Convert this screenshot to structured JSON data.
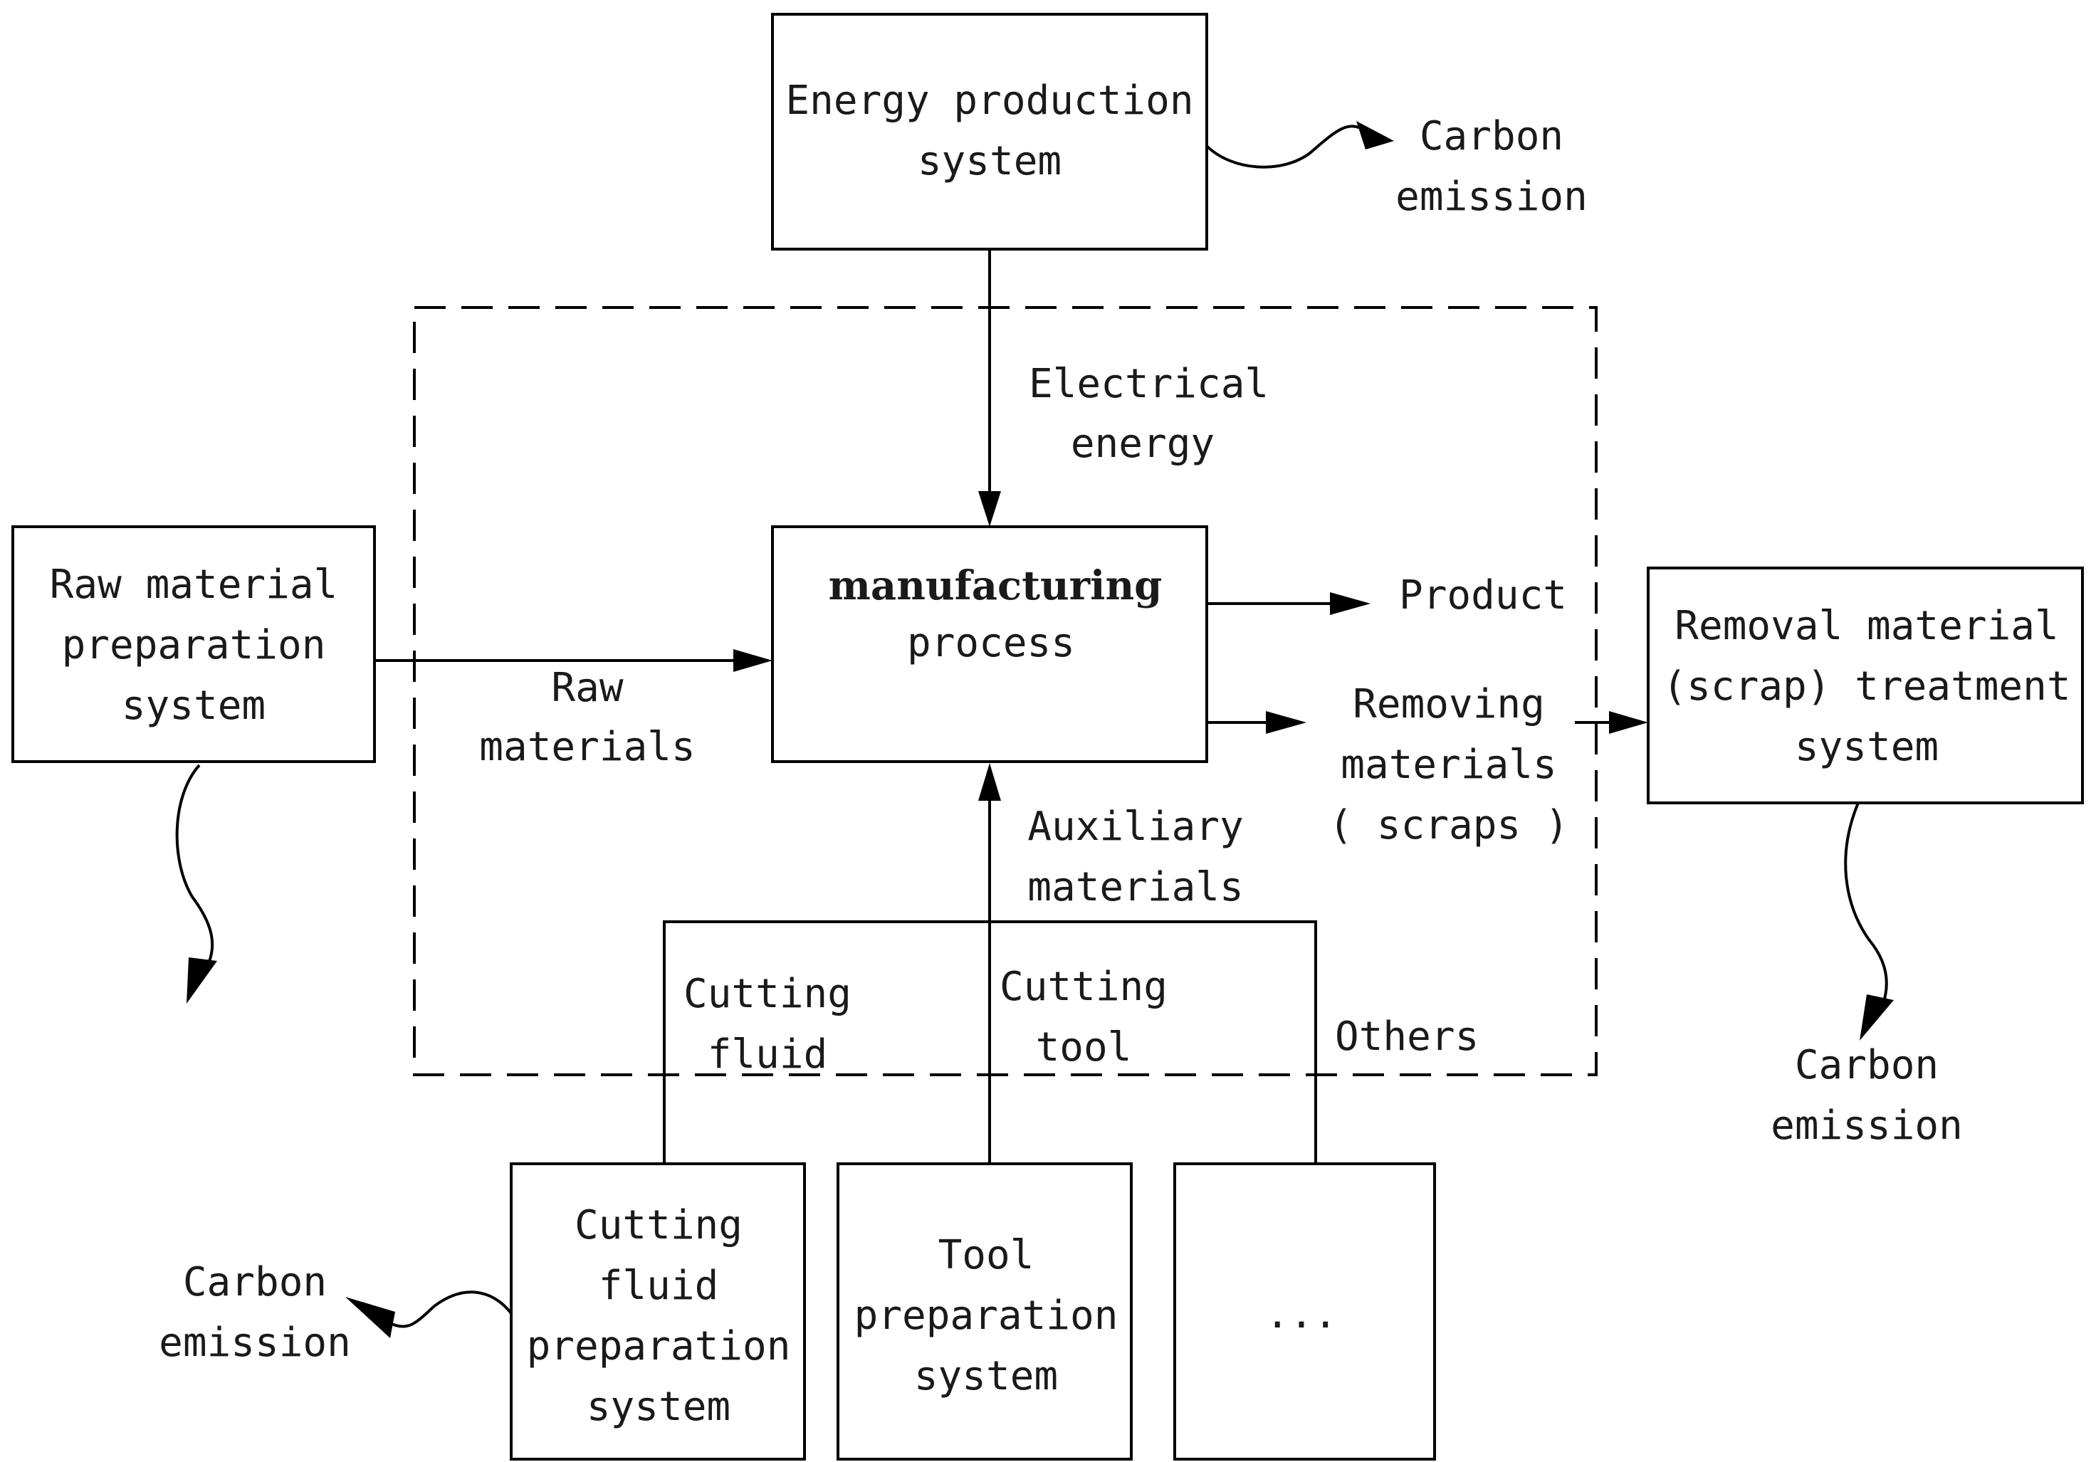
{
  "nodes": {
    "energy": [
      "Energy production",
      "system"
    ],
    "manufacturing": [
      "manufacturing",
      "process"
    ],
    "raw_material": [
      "Raw material",
      "preparation",
      "system"
    ],
    "removal": [
      "Removal material",
      "(scrap) treatment",
      "system"
    ],
    "cutting_fluid_prep": [
      "Cutting",
      "fluid",
      "preparation",
      "system"
    ],
    "tool_prep": [
      "Tool",
      "preparation",
      "system"
    ],
    "other_prep": [
      "..."
    ]
  },
  "labels": {
    "carbon_top": [
      "Carbon",
      "emission"
    ],
    "carbon_right": [
      "Carbon",
      "emission"
    ],
    "carbon_left": [
      "Carbon",
      "emission"
    ],
    "electrical_energy": [
      "Electrical",
      "energy"
    ],
    "raw_materials": [
      "Raw",
      "materials"
    ],
    "product": [
      "Product"
    ],
    "removing_materials": [
      "Removing",
      "materials",
      "( scraps )"
    ],
    "auxiliary_materials": [
      "Auxiliary",
      "materials"
    ],
    "cutting_fluid": [
      "Cutting",
      "fluid"
    ],
    "cutting_tool": [
      "Cutting",
      "tool"
    ],
    "others": [
      "Others"
    ]
  }
}
